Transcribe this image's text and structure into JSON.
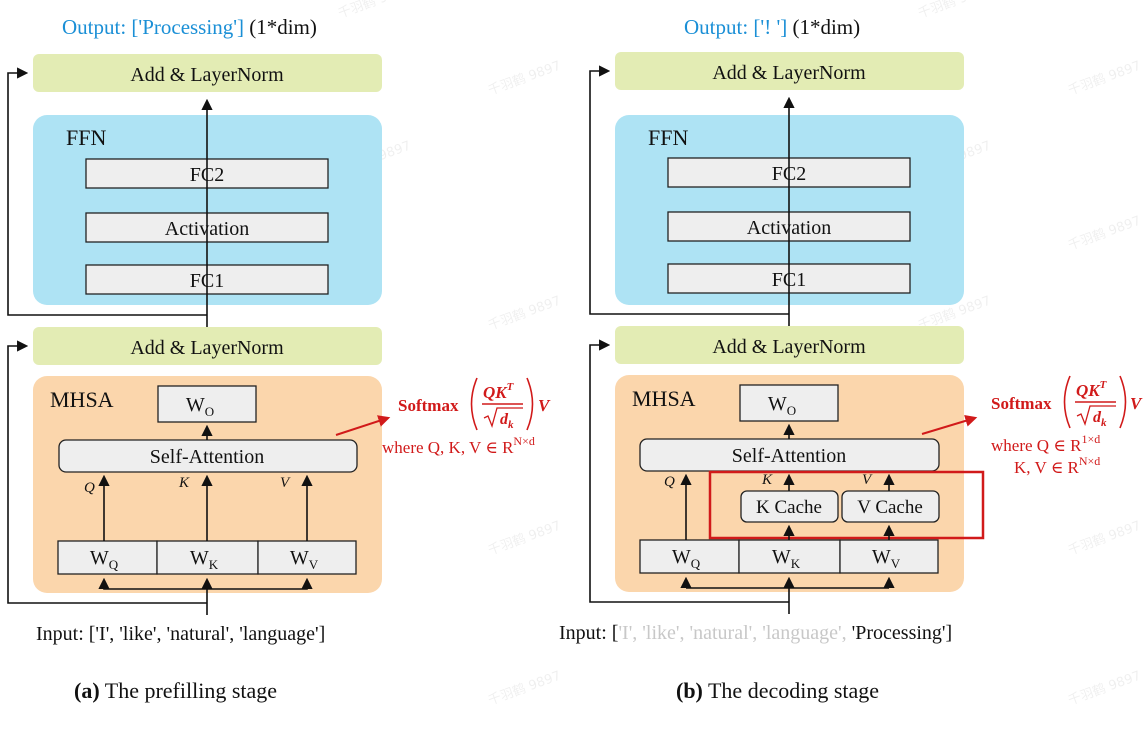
{
  "prefill": {
    "output_label": "Output: ['Processing']",
    "output_dim": " (1*dim)",
    "add_norm_top": "Add & LayerNorm",
    "ffn_title": "FFN",
    "fc2": "FC2",
    "activation": "Activation",
    "fc1": "FC1",
    "add_norm_bottom": "Add & LayerNorm",
    "mhsa_title": "MHSA",
    "wo": "W",
    "wo_sub": "O",
    "self_attention": "Self-Attention",
    "q": "Q",
    "k": "K",
    "v": "V",
    "wq": "W",
    "wq_sub": "Q",
    "wk": "W",
    "wk_sub": "K",
    "wv": "W",
    "wv_sub": "V",
    "input": "Input: ['I', 'like', 'natural', 'language']",
    "formula_softmax": "Softmax",
    "formula_where": "where Q, K, V ∈ R",
    "formula_where_sup": "N×d",
    "caption_bold": "(a)",
    "caption": " The prefilling stage"
  },
  "decode": {
    "output_label": "Output: ['! ']",
    "output_dim": " (1*dim)",
    "add_norm_top": "Add & LayerNorm",
    "ffn_title": "FFN",
    "fc2": "FC2",
    "activation": "Activation",
    "fc1": "FC1",
    "add_norm_bottom": "Add & LayerNorm",
    "mhsa_title": "MHSA",
    "wo": "W",
    "wo_sub": "O",
    "self_attention": "Self-Attention",
    "q": "Q",
    "k": "K",
    "v": "V",
    "k_cache": "K Cache",
    "v_cache": "V Cache",
    "wq": "W",
    "wq_sub": "Q",
    "wk": "W",
    "wk_sub": "K",
    "wv": "W",
    "wv_sub": "V",
    "input_prefix": "Input: [",
    "input_grey": "'I', 'like', 'natural', 'language', ",
    "input_new": "'Processing']",
    "formula_softmax": "Softmax",
    "formula_where1": "where Q ∈ R",
    "formula_where1_sup": "1×d",
    "formula_where2": "K, V ∈ R",
    "formula_where2_sup": "N×d",
    "caption_bold": "(b)",
    "caption": " The decoding stage"
  },
  "formula": {
    "qkt": "QK",
    "t_sup": "T",
    "dk": "d",
    "dk_sub": "k",
    "v_after": "V"
  },
  "watermark": "千羽鹤 9897",
  "colors": {
    "ffn_fill": "#aee3f4",
    "mhsa_fill": "#fbd6ac",
    "norm_fill": "#e3ecb4",
    "box_fill": "#eeeeee",
    "output_blue": "#1a8fd6",
    "formula_red": "#d11a1a",
    "input_grey": "#c8c8c8"
  }
}
